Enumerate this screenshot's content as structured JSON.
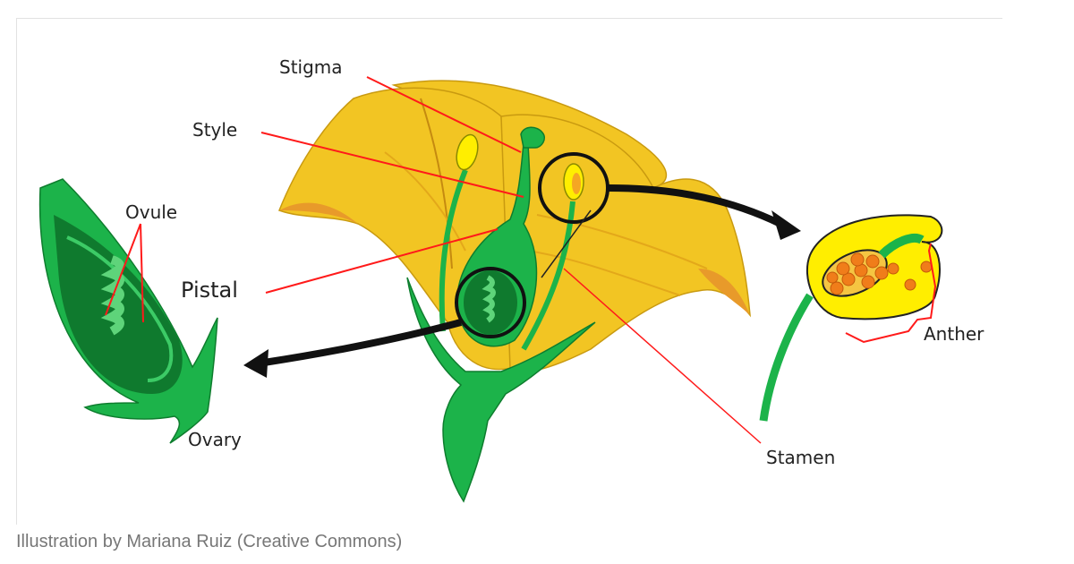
{
  "diagram": {
    "labels": {
      "stigma": "Stigma",
      "style": "Style",
      "ovule": "Ovule",
      "pistal": "Pistal",
      "ovary": "Ovary",
      "anther": "Anther",
      "stamen": "Stamen"
    },
    "colors": {
      "petal": "#f2c523",
      "petal_shade": "#e89a2a",
      "green": "#1cb34a",
      "dark_green": "#0f7a2e",
      "leader_line": "#ff1a1a",
      "anther_yellow": "#ffee00",
      "pollen": "#f07d1a"
    }
  },
  "caption": "Illustration by Mariana Ruiz (Creative Commons)"
}
